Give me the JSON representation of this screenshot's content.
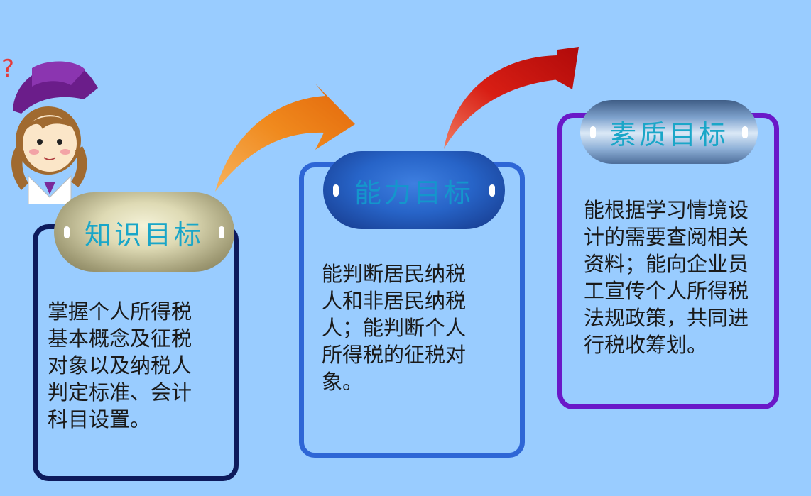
{
  "knowledge": {
    "title": "知识目标",
    "text": "掌握个人所得税\n基本概念及征税\n对象以及纳税人\n判定标准、会计\n科目设置。"
  },
  "ability": {
    "title": "能力目标",
    "text": "能判断居民纳税\n人和非居民纳税\n人；能判断个人\n所得税的征税对\n象。"
  },
  "quality": {
    "title": "素质目标",
    "text": "能根据学习情境设\n计的需要查阅相关\n资料；能向企业员\n工宣传个人所得税\n法规政策，共同进\n    行税收筹划。"
  },
  "colors": {
    "background": "#99ccff",
    "pill_text": "#1aa6c8",
    "box1_border": "#0d1a5c",
    "box2_border": "#2e66d6",
    "box3_border": "#6a18c8",
    "arrow1": "#f08a1e",
    "arrow2": "#c81414"
  },
  "icons": [
    "question-mark-icon",
    "girl-avatar-icon",
    "curved-arrow-icon"
  ]
}
